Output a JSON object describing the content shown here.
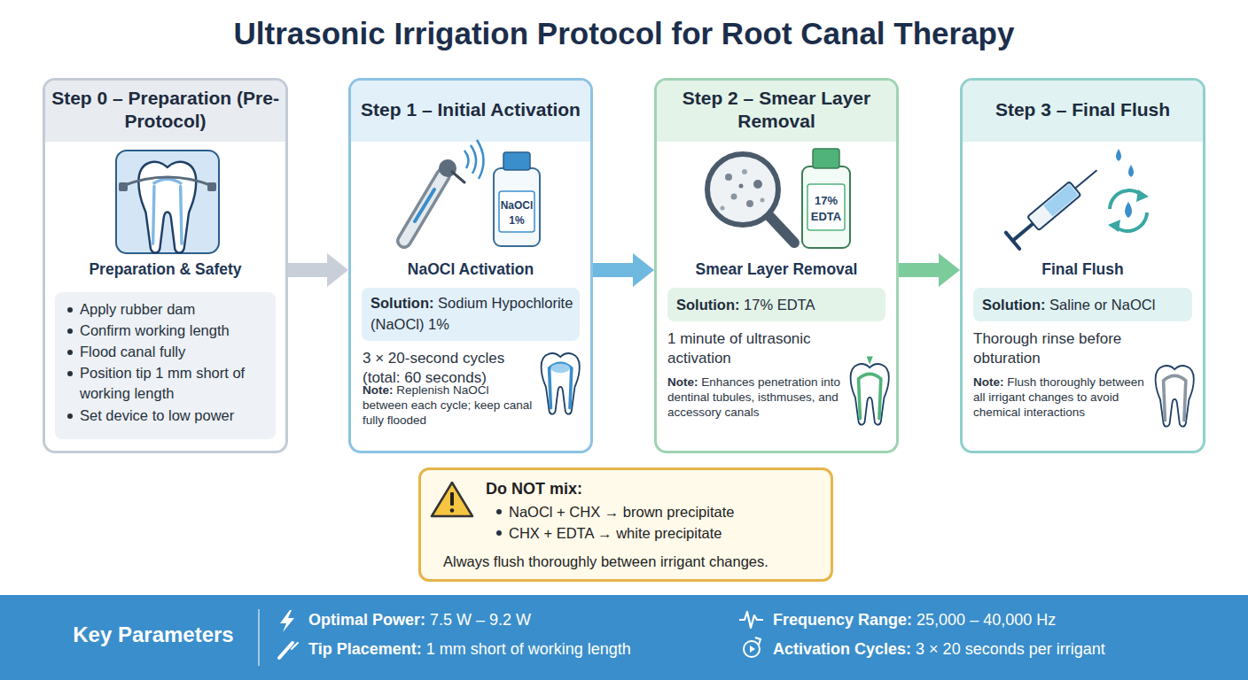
{
  "diagram": {
    "title": "Ultrasonic Irrigation Protocol for Root Canal Therapy",
    "nodes": [
      {
        "text": [
          "Step 0 – Preparation (Pre-Protocol)",
          "Preparation & Safety"
        ]
      },
      {
        "text": [
          "Apply rubber dam",
          "Confirm working length",
          "Flood canal fully",
          "Position tip 1 mm short of working length",
          "Set device to low power"
        ],
        "in": 0
      },
      {
        "text": [
          "Step 1 – Initial Activation",
          "NaOCl Activation",
          "3 × 20-second cycles (total: 60 seconds)",
          "Note:",
          "Replenish NaOCl between each cycle; keep canal fully flooded"
        ]
      },
      {
        "text": [
          "Solution:",
          "Sodium Hypochlorite (NaOCl) 1%"
        ],
        "in": 2
      },
      {
        "text": [
          "Step 2 – Smear Layer Removal",
          "Smear Layer Removal",
          "1 minute of ultrasonic activation",
          "Note:",
          "Enhances penetration into dentinal tubules, isthmuses, and accessory canals"
        ]
      },
      {
        "text": [
          "Solution:",
          "17% EDTA"
        ],
        "in": 4
      },
      {
        "text": [
          "Step 3 – Final Flush",
          "Final Flush",
          "Thorough rinse before obturation",
          "Note:",
          "Flush thoroughly between all irrigant changes to avoid chemical interactions"
        ]
      },
      {
        "text": [
          "Solution:",
          "Saline or NaOCl"
        ],
        "in": 6
      },
      {
        "text": [
          "Do NOT mix:",
          "NaOCl + CHX → brown precipitate",
          "CHX + EDTA → white precipitate",
          "Always flush thoroughly between irrigant changes."
        ]
      },
      {
        "text": [
          "Key Parameters",
          "Optimal Power:",
          "7.5 W – 9.2 W",
          "Frequency Range:",
          "25,000 – 40,000 Hz",
          "Tip Placement:",
          "1 mm short of working length",
          "Activation Cycles:",
          "3 × 20 seconds per irrigant"
        ]
      }
    ],
    "edges": [
      {
        "from": 0,
        "to": 2,
        "arrow": "to"
      },
      {
        "from": 2,
        "to": 4,
        "arrow": "to"
      },
      {
        "from": 4,
        "to": 6,
        "arrow": "to"
      }
    ],
    "labels": [
      "NaOCl",
      "1%",
      "17%",
      "EDTA"
    ]
  }
}
